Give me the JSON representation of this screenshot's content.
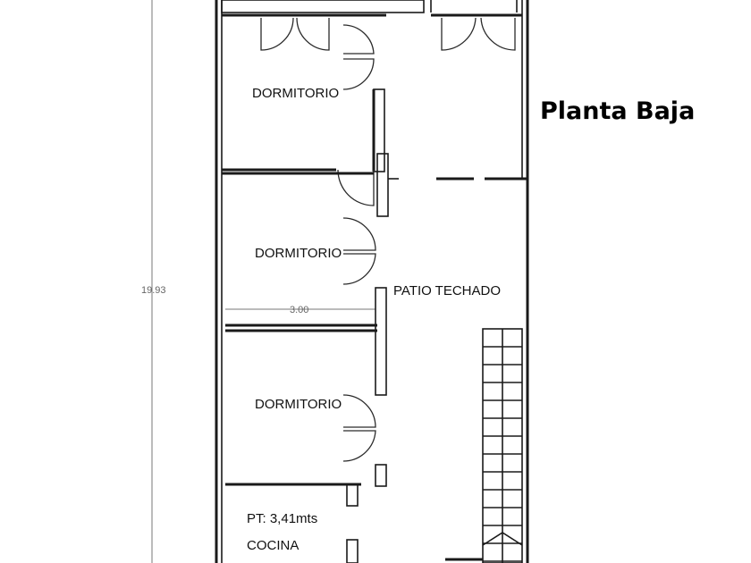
{
  "title": "Planta  Baja",
  "rooms": {
    "dormitorio_1": "DORMITORIO",
    "dormitorio_2": "DORMITORIO",
    "dormitorio_3": "DORMITORIO",
    "patio": "PATIO TECHADO",
    "cocina": "COCINA",
    "cocina_note": "PT: 3,41mts"
  },
  "dimensions": {
    "total_length": "19.93",
    "room_width": "3.00"
  }
}
